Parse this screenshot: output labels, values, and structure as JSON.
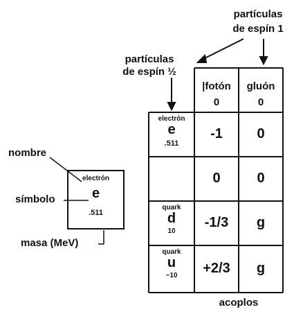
{
  "headers": {
    "spin1_line1": "partículas",
    "spin1_line2": "de espín 1",
    "spinhalf_line1": "partículas",
    "spinhalf_line2": "de espín ½"
  },
  "columns": [
    {
      "name": "fotón",
      "mass": "0",
      "prefix": "|"
    },
    {
      "name": "gluón",
      "mass": "0"
    }
  ],
  "rows": [
    {
      "name": "electrón",
      "symbol": "e",
      "mass": ".511",
      "couplings": [
        "-1",
        "0"
      ]
    },
    {
      "name": "",
      "symbol": "",
      "mass": "",
      "couplings": [
        "0",
        "0"
      ]
    },
    {
      "name": "quark",
      "symbol": "d",
      "mass": "10",
      "couplings": [
        "-1/3",
        "g"
      ]
    },
    {
      "name": "quark",
      "symbol": "u",
      "mass": "~10",
      "couplings": [
        "+2/3",
        "g"
      ]
    }
  ],
  "footer": "acoplos",
  "legend": {
    "label_name": "nombre",
    "label_symbol": "símbolo",
    "label_mass": "masa (MeV)",
    "example_name": "electrón",
    "example_symbol": "e",
    "example_mass": ".511"
  }
}
